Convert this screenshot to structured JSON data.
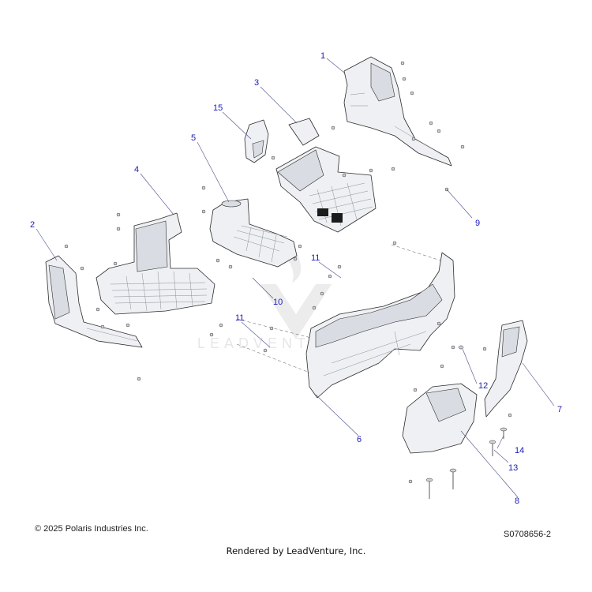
{
  "copyright": "© 2025 Polaris Industries Inc.",
  "diagram_id": "S0708656-2",
  "render_credit": "Rendered by LeadVenture, Inc.",
  "watermark": {
    "text": "LEADVENTURE"
  },
  "callouts": {
    "c1": "1",
    "c2": "2",
    "c3": "3",
    "c4": "4",
    "c5": "5",
    "c6": "6",
    "c7": "7",
    "c8": "8",
    "c9": "9",
    "c10": "10",
    "c11a": "11",
    "c11b": "11",
    "c12": "12",
    "c13": "13",
    "c14": "14",
    "c15": "15"
  },
  "colors": {
    "callout": "#1a1ab8",
    "part_fill": "#eef0f3",
    "outline": "#2c2c2c"
  }
}
